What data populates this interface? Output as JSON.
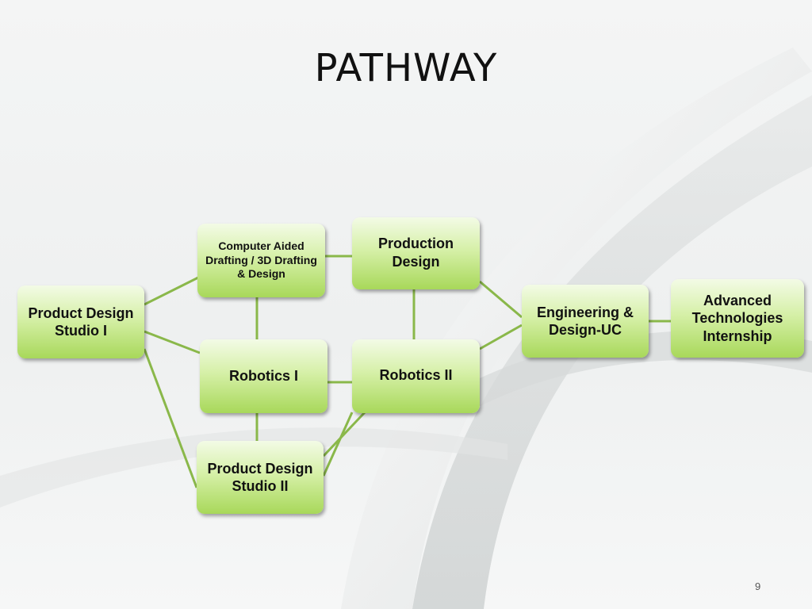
{
  "slide": {
    "title": "PATHWAY",
    "page_number": "9"
  },
  "nodes": {
    "pds1": "Product Design Studio I",
    "cad": "Computer Aided Drafting / 3D Drafting & Design",
    "production": "Production Design",
    "robotics1": "Robotics I",
    "robotics2": "Robotics II",
    "pds2": "Product Design Studio II",
    "engineering": "Engineering & Design-UC",
    "advanced": "Advanced Technologies Internship"
  },
  "colors": {
    "node_fill_light": "#f3fbe6",
    "node_fill_dark": "#a8d85a",
    "connector": "#8ab84a"
  }
}
